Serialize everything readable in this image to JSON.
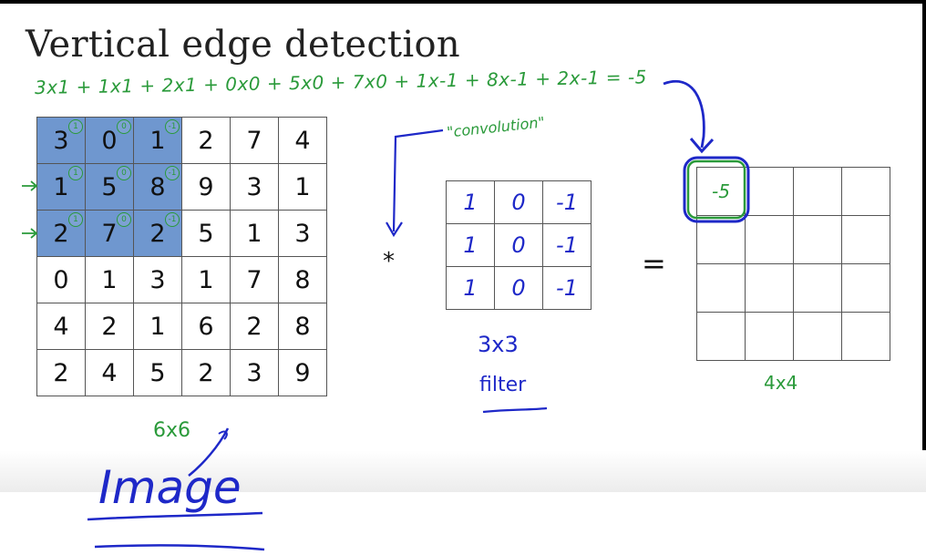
{
  "title": "Vertical edge detection",
  "equation": "3x1 + 1x1 + 2x1 + 0x0 + 5x0 + 7x0 + 1x-1 + 8x-1 + 2x-1 = -5",
  "convolution_label": "\"convolution\"",
  "image": {
    "rows": [
      [
        "3",
        "0",
        "1",
        "2",
        "7",
        "4"
      ],
      [
        "1",
        "5",
        "8",
        "9",
        "3",
        "1"
      ],
      [
        "2",
        "7",
        "2",
        "5",
        "1",
        "3"
      ],
      [
        "0",
        "1",
        "3",
        "1",
        "7",
        "8"
      ],
      [
        "4",
        "2",
        "1",
        "6",
        "2",
        "8"
      ],
      [
        "2",
        "4",
        "5",
        "2",
        "3",
        "9"
      ]
    ],
    "kernel_overlay": [
      [
        "1",
        "0",
        "-1"
      ],
      [
        "1",
        "0",
        "-1"
      ],
      [
        "1",
        "0",
        "-1"
      ]
    ],
    "size_label": "6x6",
    "name_label": "Image"
  },
  "operator_star": "*",
  "filter": {
    "rows": [
      [
        "1",
        "0",
        "-1"
      ],
      [
        "1",
        "0",
        "-1"
      ],
      [
        "1",
        "0",
        "-1"
      ]
    ],
    "size_label": "3x3",
    "name_label": "filter"
  },
  "operator_equals": "=",
  "output": {
    "rows": [
      [
        "-5",
        "",
        "",
        ""
      ],
      [
        "",
        "",
        "",
        ""
      ],
      [
        "",
        "",
        "",
        ""
      ],
      [
        "",
        "",
        "",
        ""
      ]
    ],
    "size_label": "4x4"
  },
  "colors": {
    "highlight": "#6f97cf",
    "ink_green": "#2a9a3a",
    "ink_blue": "#1e28c8"
  }
}
